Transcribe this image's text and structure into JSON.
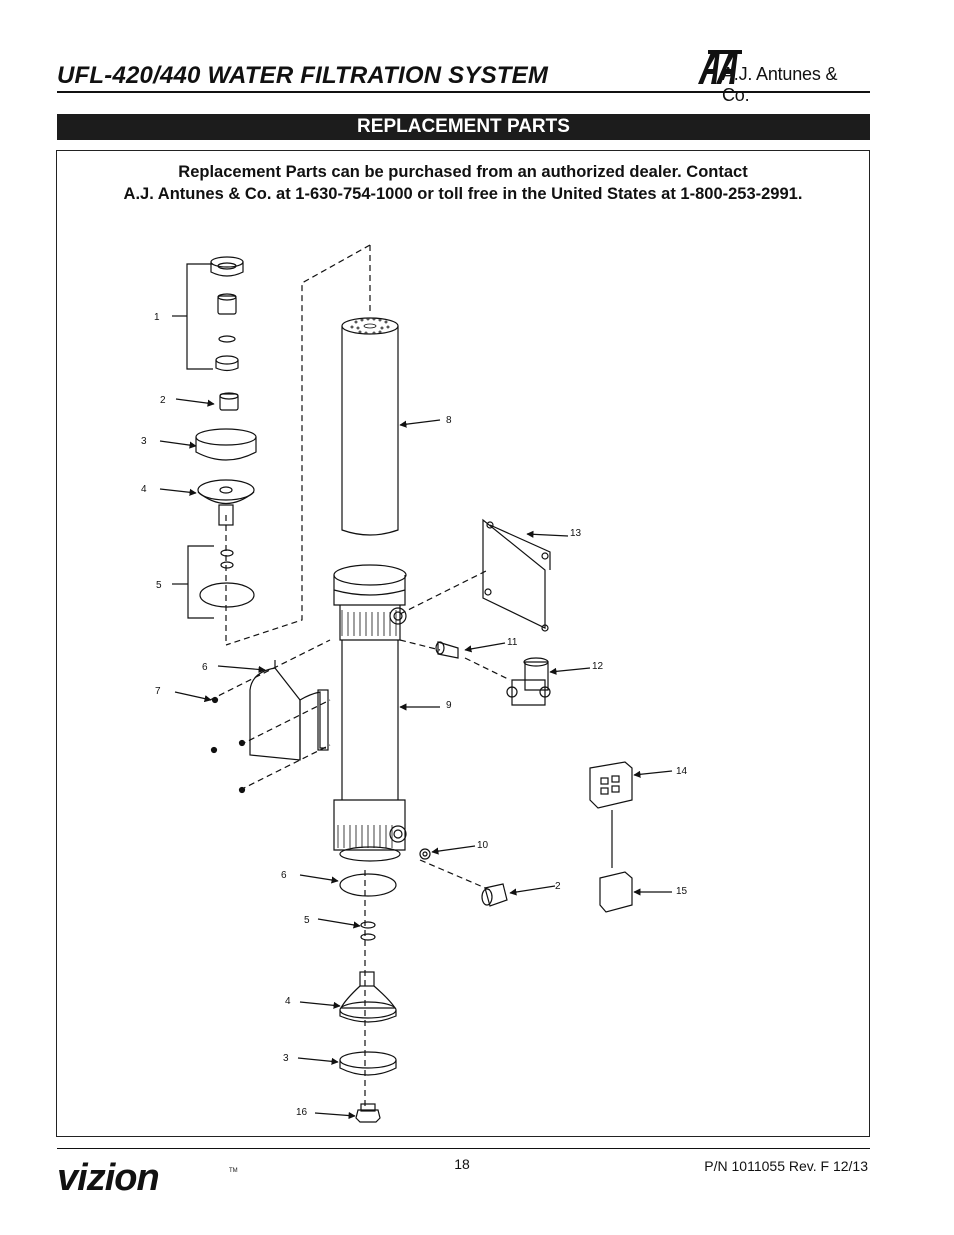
{
  "header": {
    "title": "UFL-420/440 WATER FILTRATION SYSTEM",
    "brand_text": "A.J. Antunes & Co.",
    "brand_mark": "AJA logo"
  },
  "section": {
    "title": "REPLACEMENT PARTS"
  },
  "notice": {
    "line1": "Replacement Parts can be purchased from an authorized dealer. Contact",
    "line2": "A.J. Antunes & Co. at 1-630-754-1000 or toll free in the United States at 1-800-253-2991."
  },
  "diagram": {
    "callouts": [
      "1",
      "2",
      "3",
      "4",
      "5",
      "6",
      "7",
      "8",
      "9",
      "10",
      "11",
      "12",
      "13",
      "14",
      "15",
      "2",
      "6",
      "5",
      "4",
      "3",
      "16"
    ]
  },
  "footer": {
    "logo": "vizion",
    "logo_tm": "TM",
    "page_number": "18",
    "part_number": "P/N 1011055 Rev. F 12/13"
  },
  "colors": {
    "ink": "#111111",
    "bar": "#1c1c1c",
    "bar_text": "#ffffff"
  }
}
